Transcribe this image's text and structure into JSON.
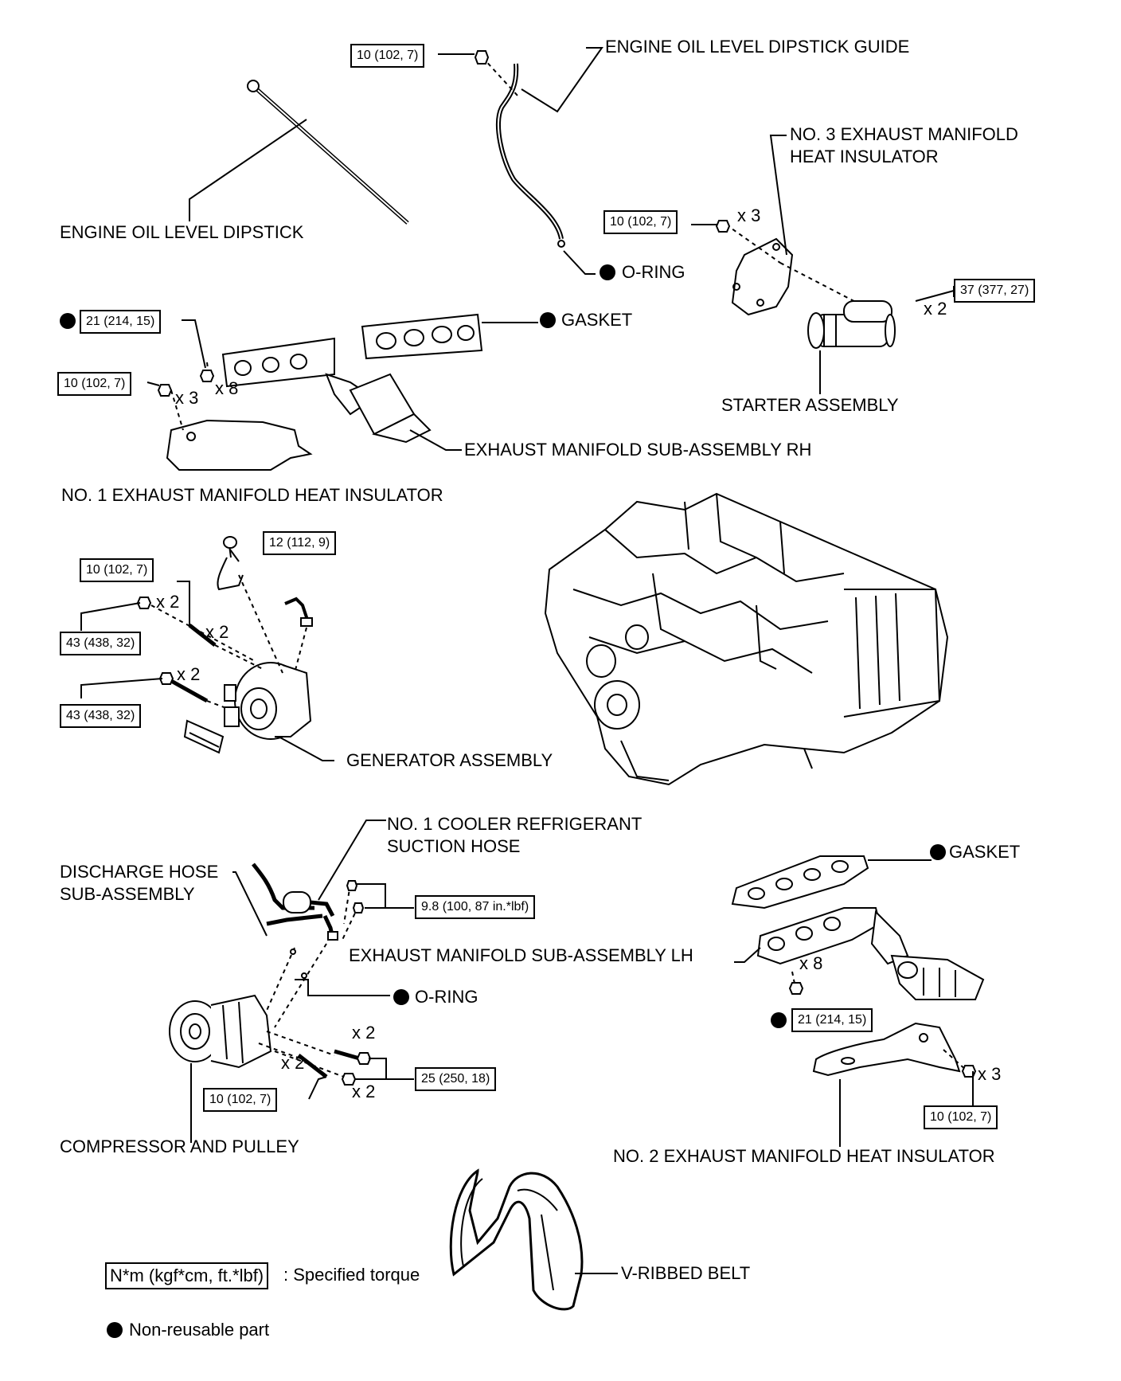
{
  "labels": {
    "dipstick_guide": "ENGINE OIL LEVEL DIPSTICK GUIDE",
    "no3_heat_insulator_line1": "NO. 3 EXHAUST MANIFOLD",
    "no3_heat_insulator_line2": "HEAT INSULATOR",
    "dipstick": "ENGINE OIL LEVEL DIPSTICK",
    "o_ring_top": "O-RING",
    "gasket_top": "GASKET",
    "starter_assembly": "STARTER ASSEMBLY",
    "exhaust_manifold_rh": "EXHAUST MANIFOLD SUB-ASSEMBLY RH",
    "no1_heat_insulator": "NO. 1 EXHAUST MANIFOLD HEAT INSULATOR",
    "generator_assembly": "GENERATOR ASSEMBLY",
    "no1_cooler_hose_line1": "NO. 1 COOLER REFRIGERANT",
    "no1_cooler_hose_line2": "SUCTION HOSE",
    "discharge_hose_line1": "DISCHARGE HOSE",
    "discharge_hose_line2": "SUB-ASSEMBLY",
    "gasket_bottom": "GASKET",
    "exhaust_manifold_lh": "EXHAUST MANIFOLD SUB-ASSEMBLY LH",
    "o_ring_bottom": "O-RING",
    "compressor_pulley": "COMPRESSOR AND PULLEY",
    "no2_heat_insulator": "NO. 2 EXHAUST MANIFOLD HEAT INSULATOR",
    "v_ribbed_belt": "V-RIBBED BELT"
  },
  "torques": {
    "dipstick_guide_bolt": "10 (102, 7)",
    "no3_insulator_bolt": "10 (102, 7)",
    "starter_bolt": "37 (377, 27)",
    "manifold_rh_nut": "21 (214, 15)",
    "no1_insulator_bolt": "10 (102, 7)",
    "generator_wire_nut": "12 (112, 9)",
    "generator_bolt_a": "10 (102, 7)",
    "generator_bolt_b": "43 (438, 32)",
    "generator_bolt_c": "43 (438, 32)",
    "cooler_hose_bolt": "9.8 (100, 87 in.*lbf)",
    "compressor_nut": "25 (250, 18)",
    "compressor_bolt": "10 (102, 7)",
    "manifold_lh_nut": "21 (214, 15)",
    "no2_insulator_bolt": "10 (102, 7)"
  },
  "multipliers": {
    "no3_insulator": "x 3",
    "starter": "x 2",
    "manifold_rh": "x 8",
    "no1_insulator": "x 3",
    "gen_a": "x 2",
    "gen_b": "x 2",
    "gen_c": "x 2",
    "comp_a": "x 2",
    "comp_b": "x 2",
    "comp_c": "x 2",
    "manifold_lh": "x 8",
    "no2_insulator": "x 3"
  },
  "legend": {
    "torque_unit": "N*m (kgf*cm, ft.*lbf)",
    "torque_desc": ": Specified torque",
    "non_reusable": "Non-reusable part"
  }
}
